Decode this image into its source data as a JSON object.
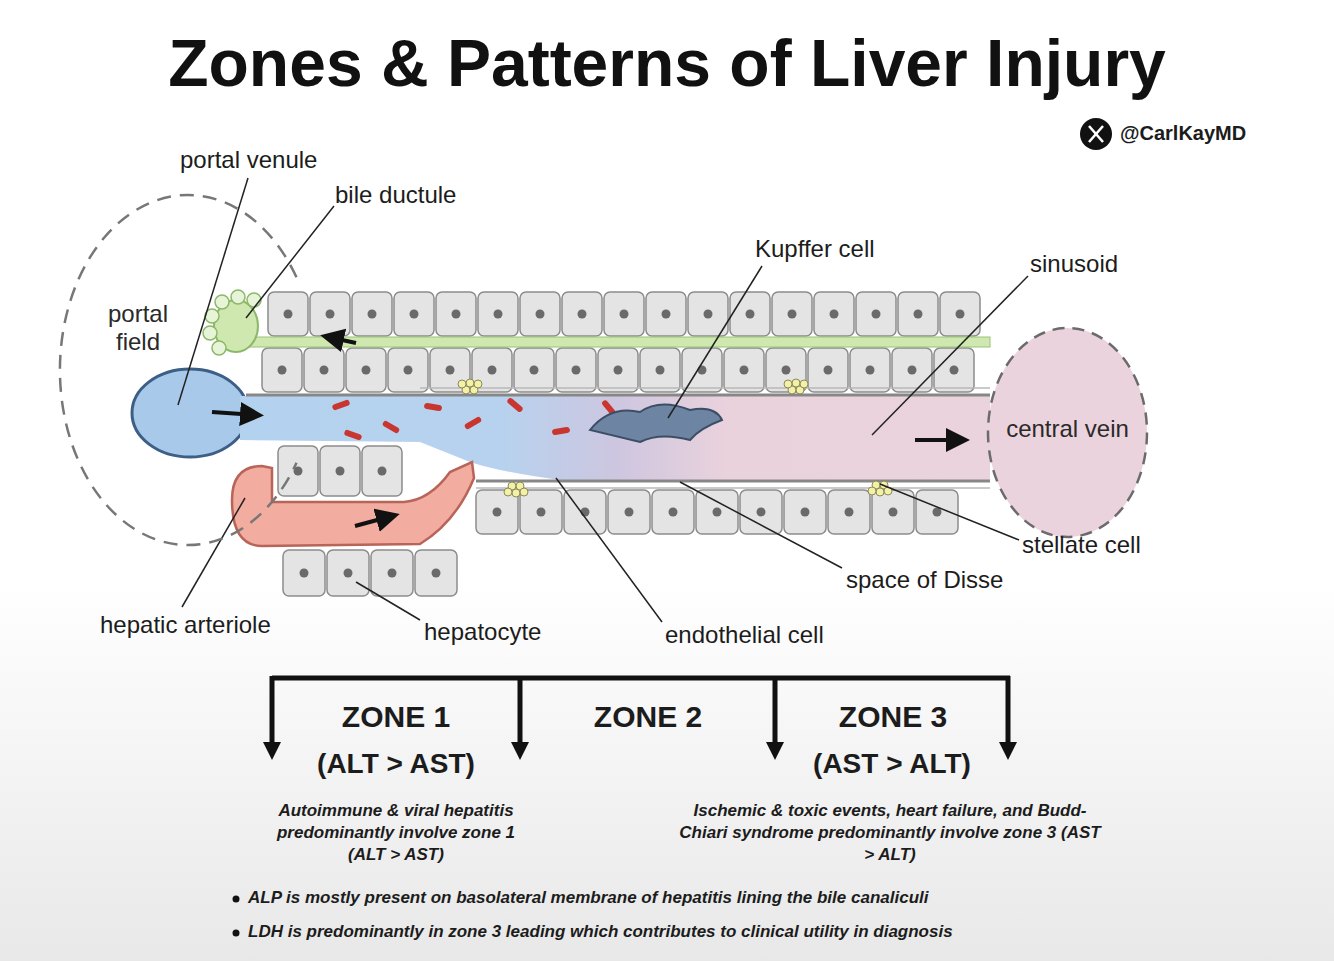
{
  "diagram": {
    "title": "Zones & Patterns of Liver Injury",
    "nodes": [
      {
        "text": [
          "portal field"
        ]
      },
      {
        "text": [
          "central vein"
        ]
      }
    ],
    "labels": [
      "@CarlKayMD",
      "portal venule",
      "bile ductule",
      "Kupffer cell",
      "sinusoid",
      "hepatic arteriole",
      "hepatocyte",
      "endothelial cell",
      "space of Disse",
      "stellate cell",
      "ZONE 1",
      "(ALT > AST)",
      "ZONE 2",
      "ZONE 3",
      "(AST > ALT)",
      "Autoimmune & viral hepatitis predominantly involve zone 1 (ALT > AST)",
      "Ischemic & toxic events, heart failure, and Budd-Chiari syndrome predominantly involve zone 3 (AST > ALT)",
      "ALP is mostly present on basolateral membrane of hepatitis lining the bile canaliculi",
      "LDH is predominantly in zone 3 leading which contributes to clinical utility in diagnosis"
    ]
  }
}
